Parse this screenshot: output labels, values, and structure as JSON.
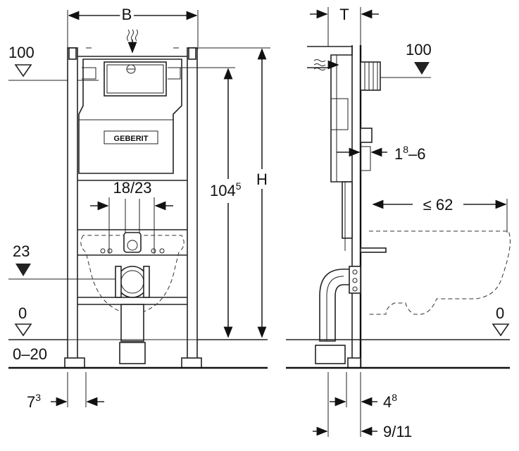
{
  "front_view": {
    "width_label": "B",
    "level_top": "100",
    "dim_spacing": "18/23",
    "height_total": "104",
    "height_total_sup": "5",
    "height_label": "H",
    "level_mid": "23",
    "level_floor": "0",
    "floor_range": "0–20",
    "leg_offset": "7",
    "leg_offset_sup": "3",
    "brand": "GEBERIT"
  },
  "side_view": {
    "depth_label": "T",
    "level_top": "100",
    "wall_thickness_a": "1",
    "wall_thickness_sup": "8",
    "wall_thickness_b": "–6",
    "projection": "≤ 62",
    "level_floor": "0",
    "offset_a": "4",
    "offset_a_sup": "8",
    "offset_b": "9/11"
  }
}
